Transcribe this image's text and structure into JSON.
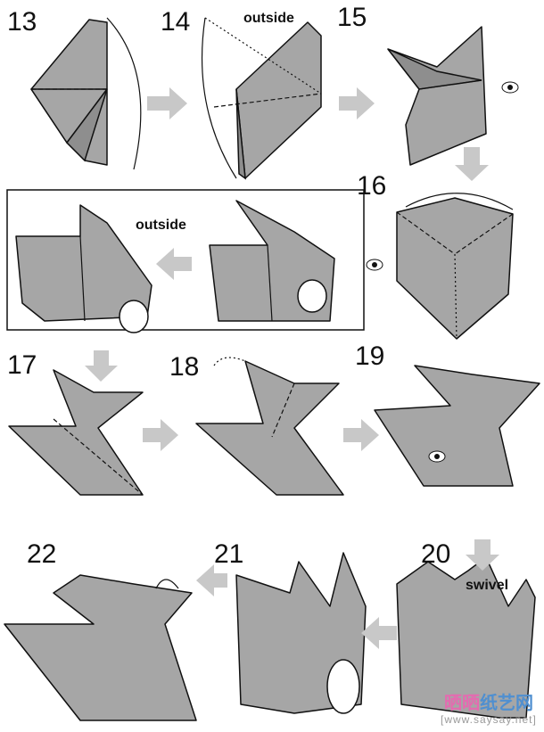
{
  "steps": {
    "s13": "13",
    "s14": "14",
    "s15": "15",
    "s16": "16",
    "s17": "17",
    "s18": "18",
    "s19": "19",
    "s20": "20",
    "s21": "21",
    "s22": "22"
  },
  "labels": {
    "outside_14": "outside",
    "outside_inset": "outside",
    "swivel": "swivel"
  },
  "watermark": {
    "name_pink": "晒晒",
    "name_blue": "纸艺网",
    "url": "[www.saysay.net]"
  },
  "colors": {
    "paper": "#a6a6a6",
    "arrow": "#c8c8c8"
  }
}
